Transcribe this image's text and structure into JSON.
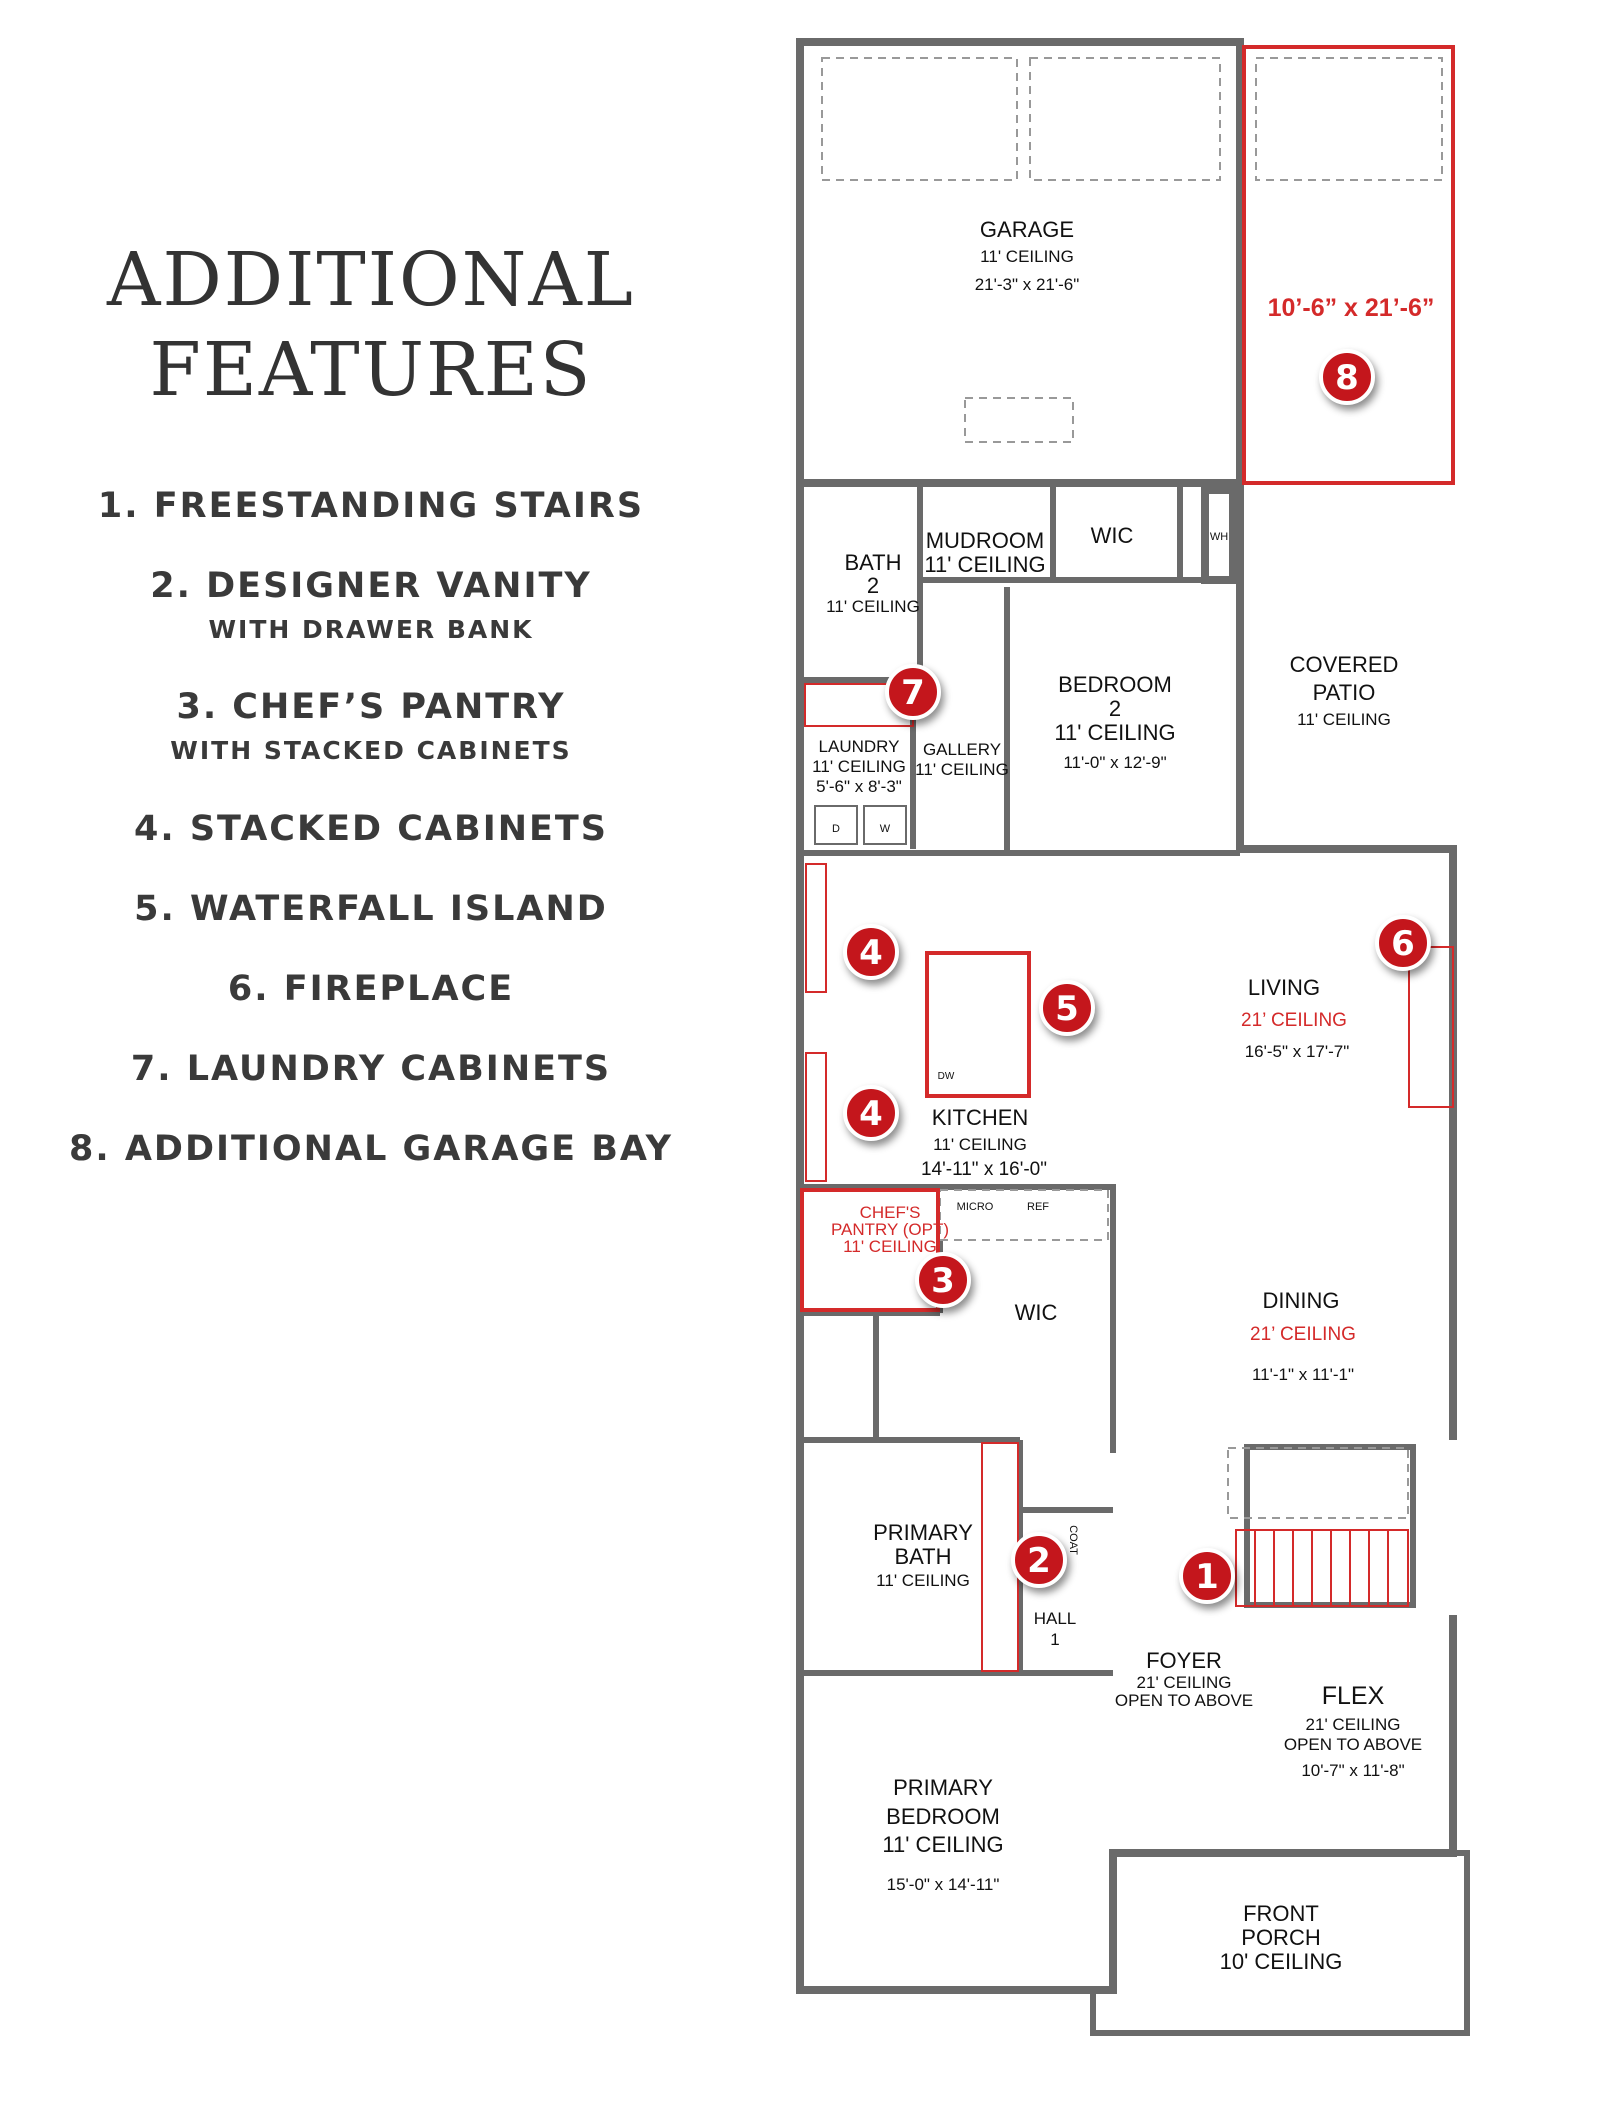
{
  "heading": {
    "line1": "ADDITIONAL",
    "line2": "FEATURES"
  },
  "features": [
    {
      "title": "1. FREESTANDING STAIRS",
      "sub": ""
    },
    {
      "title": "2. DESIGNER VANITY",
      "sub": "WITH DRAWER BANK"
    },
    {
      "title": "3. CHEF’S PANTRY",
      "sub": "WITH STACKED CABINETS"
    },
    {
      "title": "4. STACKED CABINETS",
      "sub": ""
    },
    {
      "title": "5. WATERFALL ISLAND",
      "sub": ""
    },
    {
      "title": "6. FIREPLACE",
      "sub": ""
    },
    {
      "title": "7. LAUNDRY CABINETS",
      "sub": ""
    },
    {
      "title": "8. ADDITIONAL GARAGE BAY",
      "sub": ""
    }
  ],
  "accent_color": "#c4161c",
  "rooms": {
    "garage": {
      "name": "GARAGE",
      "ceiling": "11' CEILING",
      "size": "21'-3\" x 21'-6\""
    },
    "garage_bay": {
      "size": "10’-6” x 21’-6”"
    },
    "bath2": {
      "name": "BATH",
      "num": "2",
      "ceiling": "11' CEILING"
    },
    "mudroom": {
      "name": "MUDROOM",
      "ceiling": "11' CEILING"
    },
    "wic_top": {
      "name": "WIC"
    },
    "water_heater": {
      "name": "WH"
    },
    "bedroom2": {
      "name": "BEDROOM",
      "num": "2",
      "ceiling": "11' CEILING",
      "size": "11'-0\" x 12'-9\""
    },
    "patio": {
      "name1": "COVERED",
      "name2": "PATIO",
      "ceiling": "11' CEILING"
    },
    "laundry": {
      "name": "LAUNDRY",
      "ceiling": "11' CEILING",
      "size": "5'-6\" x 8'-3\"",
      "dryer": "D",
      "washer": "W"
    },
    "gallery": {
      "name": "GALLERY",
      "ceiling": "11' CEILING"
    },
    "living": {
      "name": "LIVING",
      "ceiling": "21’ CEILING",
      "size": "16'-5\" x 17'-7\""
    },
    "kitchen": {
      "name": "KITCHEN",
      "ceiling": "11' CEILING",
      "size": "14'-11\" x 16'-0\"",
      "dw": "DW",
      "micro": "MICRO",
      "ref": "REF"
    },
    "pantry": {
      "name1": "CHEF'S",
      "name2": "PANTRY (OPT)",
      "ceiling": "11' CEILING"
    },
    "wic_primary": {
      "name": "WIC"
    },
    "dining": {
      "name": "DINING",
      "ceiling": "21’ CEILING",
      "size": "11'-1\" x 11'-1\""
    },
    "primary_bath": {
      "name1": "PRIMARY",
      "name2": "BATH",
      "ceiling": "11' CEILING"
    },
    "coat": {
      "name": "COAT"
    },
    "hall": {
      "name": "HALL",
      "num": "1"
    },
    "foyer": {
      "name": "FOYER",
      "ceiling": "21' CEILING",
      "note": "OPEN TO ABOVE"
    },
    "flex": {
      "name": "FLEX",
      "ceiling": "21' CEILING",
      "note": "OPEN TO ABOVE",
      "size": "10'-7\" x 11'-8\""
    },
    "primary_bedroom": {
      "name1": "PRIMARY",
      "name2": "BEDROOM",
      "ceiling": "11' CEILING",
      "size": "15'-0\" x 14'-11\""
    },
    "porch": {
      "name1": "FRONT",
      "name2": "PORCH",
      "ceiling": "10' CEILING"
    }
  },
  "badges": [
    "1",
    "2",
    "3",
    "4",
    "4",
    "5",
    "6",
    "7",
    "8"
  ]
}
